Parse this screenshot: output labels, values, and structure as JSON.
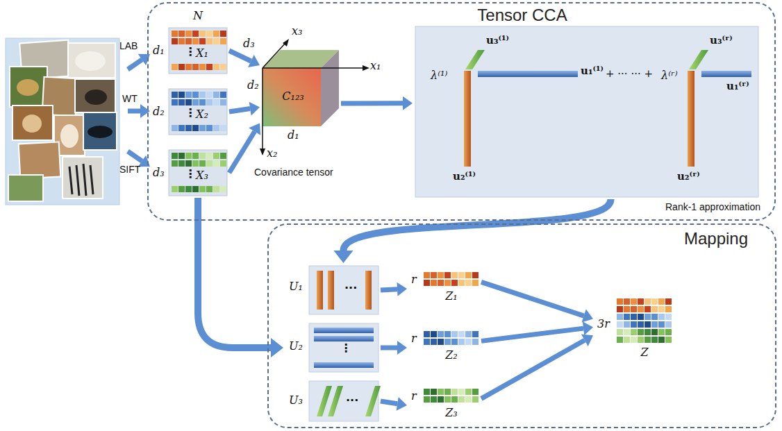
{
  "diagram": {
    "nodes": [
      {
        "text": [
          "Tensor CCA"
        ]
      },
      {
        "text": [
          "N",
          "d₁",
          "⋮",
          "X₁"
        ],
        "in": 0
      },
      {
        "text": [
          "d₂",
          "⋮",
          "X₂"
        ],
        "in": 0
      },
      {
        "text": [
          "d₃",
          "⋮",
          "X₃"
        ],
        "in": 0
      },
      {
        "text": [
          "x₃",
          "d₃",
          "x₁",
          "d₂",
          "C₁₂₃",
          "d₁",
          "x₂",
          "Covariance tensor"
        ],
        "in": 0
      },
      {
        "text": [
          "u₃⁽¹⁾",
          "λ⁽¹⁾",
          "u₁⁽¹⁾",
          "+ ··· ··· +",
          "u₃⁽ʳ⁾",
          "λ⁽ʳ⁾",
          "u₁⁽ʳ⁾",
          "u₂⁽¹⁾",
          "u₂⁽ʳ⁾",
          "Rank-1 approximation"
        ],
        "in": 0
      },
      {
        "text": [
          "Mapping"
        ]
      },
      {
        "text": [
          "U₁",
          "···"
        ],
        "in": 6
      },
      {
        "text": [
          "U₂",
          "⋮"
        ],
        "in": 6
      },
      {
        "text": [
          "U₃",
          "···"
        ],
        "in": 6
      },
      {
        "text": [
          "r",
          "Z₁"
        ],
        "in": 6
      },
      {
        "text": [
          "r",
          "Z₂"
        ],
        "in": 6
      },
      {
        "text": [
          "r",
          "Z₃"
        ],
        "in": 6
      },
      {
        "text": [
          "3r",
          "Z"
        ],
        "in": 6
      }
    ],
    "edges": [
      {
        "from": 1,
        "to": 4,
        "arrow": "to"
      },
      {
        "from": 2,
        "to": 4,
        "arrow": "to"
      },
      {
        "from": 3,
        "to": 4,
        "arrow": "to"
      },
      {
        "from": 4,
        "to": 5,
        "arrow": "to"
      },
      {
        "from": 5,
        "to": 7,
        "arrow": "to"
      },
      {
        "from": 3,
        "to": 8,
        "arrow": "to"
      },
      {
        "from": 7,
        "to": 10,
        "arrow": "to"
      },
      {
        "from": 8,
        "to": 11,
        "arrow": "to"
      },
      {
        "from": 9,
        "to": 12,
        "arrow": "to"
      },
      {
        "from": 10,
        "to": 13,
        "arrow": "to"
      },
      {
        "from": 11,
        "to": 13,
        "arrow": "to"
      },
      {
        "from": 12,
        "to": 13,
        "arrow": "to"
      }
    ],
    "labels": [
      "LAB",
      "WT",
      "SIFT"
    ]
  }
}
